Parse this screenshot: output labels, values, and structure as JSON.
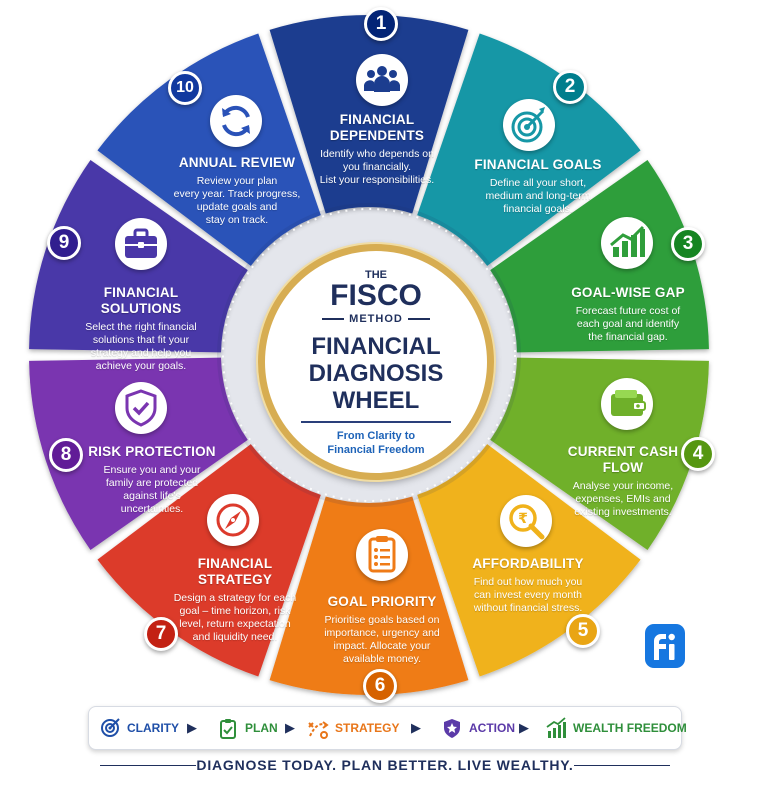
{
  "center": {
    "the": "THE",
    "brand": "FISCO",
    "method": "METHOD",
    "main_line1": "FINANCIAL",
    "main_line2": "DIAGNOSIS",
    "main_line3": "WHEEL",
    "sub_line1": "From Clarity to",
    "sub_line2": "Financial Freedom"
  },
  "segments": [
    {
      "num": "1",
      "title": [
        "FINANCIAL",
        "DEPENDENTS"
      ],
      "desc": [
        "Identify who depends on",
        "you financially.",
        "List your responsibilities."
      ],
      "color": "#1c3d8f",
      "icon": "people-icon"
    },
    {
      "num": "2",
      "title": [
        "FINANCIAL GOALS"
      ],
      "desc": [
        "Define all your short,",
        "medium and long-term",
        "financial goals."
      ],
      "color": "#1697a6",
      "icon": "target-icon"
    },
    {
      "num": "3",
      "title": [
        "GOAL-WISE GAP"
      ],
      "desc": [
        "Forecast future cost of",
        "each goal and identify",
        "the financial gap."
      ],
      "color": "#2f9e3b",
      "icon": "bar-chart-icon"
    },
    {
      "num": "4",
      "title": [
        "CURRENT CASH FLOW"
      ],
      "desc": [
        "Analyse your income,",
        "expenses, EMIs and",
        "existing investments."
      ],
      "color": "#6fb02a",
      "icon": "wallet-icon"
    },
    {
      "num": "5",
      "title": [
        "AFFORDABILITY"
      ],
      "desc": [
        "Find out how much you",
        "can invest every month",
        "without financial stress."
      ],
      "color": "#f0b21b",
      "icon": "rupee-search-icon"
    },
    {
      "num": "6",
      "title": [
        "GOAL PRIORITY"
      ],
      "desc": [
        "Prioritise goals based on",
        "importance, urgency and",
        "impact. Allocate your",
        "available money."
      ],
      "color": "#ef7b17",
      "icon": "checklist-icon"
    },
    {
      "num": "7",
      "title": [
        "FINANCIAL STRATEGY"
      ],
      "desc": [
        "Design a strategy for each",
        "goal – time horizon, risk",
        "level, return expectation",
        "and liquidity need."
      ],
      "color": "#dc3a2c",
      "icon": "compass-icon"
    },
    {
      "num": "8",
      "title": [
        "RISK PROTECTION"
      ],
      "desc": [
        "Ensure you and your",
        "family are protected",
        "against life's",
        "uncertainties."
      ],
      "color": "#7a35b0",
      "icon": "shield-icon"
    },
    {
      "num": "9",
      "title": [
        "FINANCIAL SOLUTIONS"
      ],
      "desc": [
        "Select the right financial",
        "solutions that fit your",
        "strategy and help you",
        "achieve your goals."
      ],
      "color": "#4a37a8",
      "icon": "briefcase-icon"
    },
    {
      "num": "10",
      "title": [
        "ANNUAL REVIEW"
      ],
      "desc": [
        "Review your plan",
        "every year. Track progress,",
        "update goals and",
        "stay on track."
      ],
      "color": "#2a52b8",
      "icon": "refresh-icon"
    }
  ],
  "steps": [
    {
      "label": "CLARITY",
      "color": "#1f4fa8",
      "icon": "target-icon"
    },
    {
      "label": "PLAN",
      "color": "#2f8f3b",
      "icon": "clipboard-icon"
    },
    {
      "label": "STRATEGY",
      "color": "#e8761a",
      "icon": "strategy-icon"
    },
    {
      "label": "ACTION",
      "color": "#5b3aa8",
      "icon": "shield-icon"
    },
    {
      "label": "WEALTH FREEDOM",
      "color": "#2f8f3b",
      "icon": "growth-icon"
    }
  ],
  "tagline": "DIAGNOSE TODAY. PLAN BETTER. LIVE WEALTHY.",
  "logo_text": "fi"
}
